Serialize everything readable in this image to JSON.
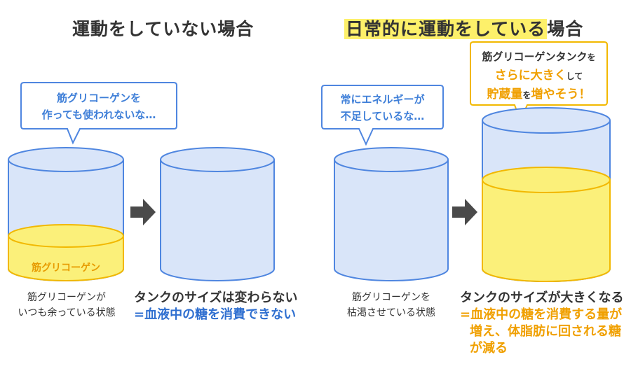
{
  "left": {
    "title": "運動をしていない場合",
    "bubble": {
      "line1": "筋グリコーゲンを",
      "line2": "作っても使われないな…"
    },
    "tank_label": "筋グリコーゲン",
    "caption": {
      "line1": "筋グリコーゲンが",
      "line2": "いつも余っている状態"
    },
    "result": {
      "line1": "タンクのサイズは変わらない",
      "line2": "=血液中の糖を消費できない"
    }
  },
  "right": {
    "title_highlight": "日常的に運動をしている",
    "title_rest": "場合",
    "bubble_small": {
      "line1": "常にエネルギーが",
      "line2": "不足しているな…"
    },
    "bubble_large": {
      "line1_a": "筋グリコーゲンタンク",
      "line1_b": "を",
      "line2_a": "さらに大きく",
      "line2_b": "して",
      "line3_a": "貯蔵量",
      "line3_b": "を",
      "line3_c": "増やそう！"
    },
    "caption": {
      "line1": "筋グリコーゲンを",
      "line2": "枯渇させている状態"
    },
    "result": {
      "line1": "タンクのサイズが大きくなる",
      "line2": "=血液中の糖を消費する量が",
      "line3": "増え、体脂肪に回される糖",
      "line4": "が減る"
    }
  },
  "colors": {
    "tank_fill": "#d9e5f9",
    "tank_stroke": "#4f86e0",
    "glycogen_fill": "#fbf07a",
    "glycogen_stroke": "#f2b800",
    "arrow": "#4a4a4a",
    "highlight": "#fdf06a"
  }
}
